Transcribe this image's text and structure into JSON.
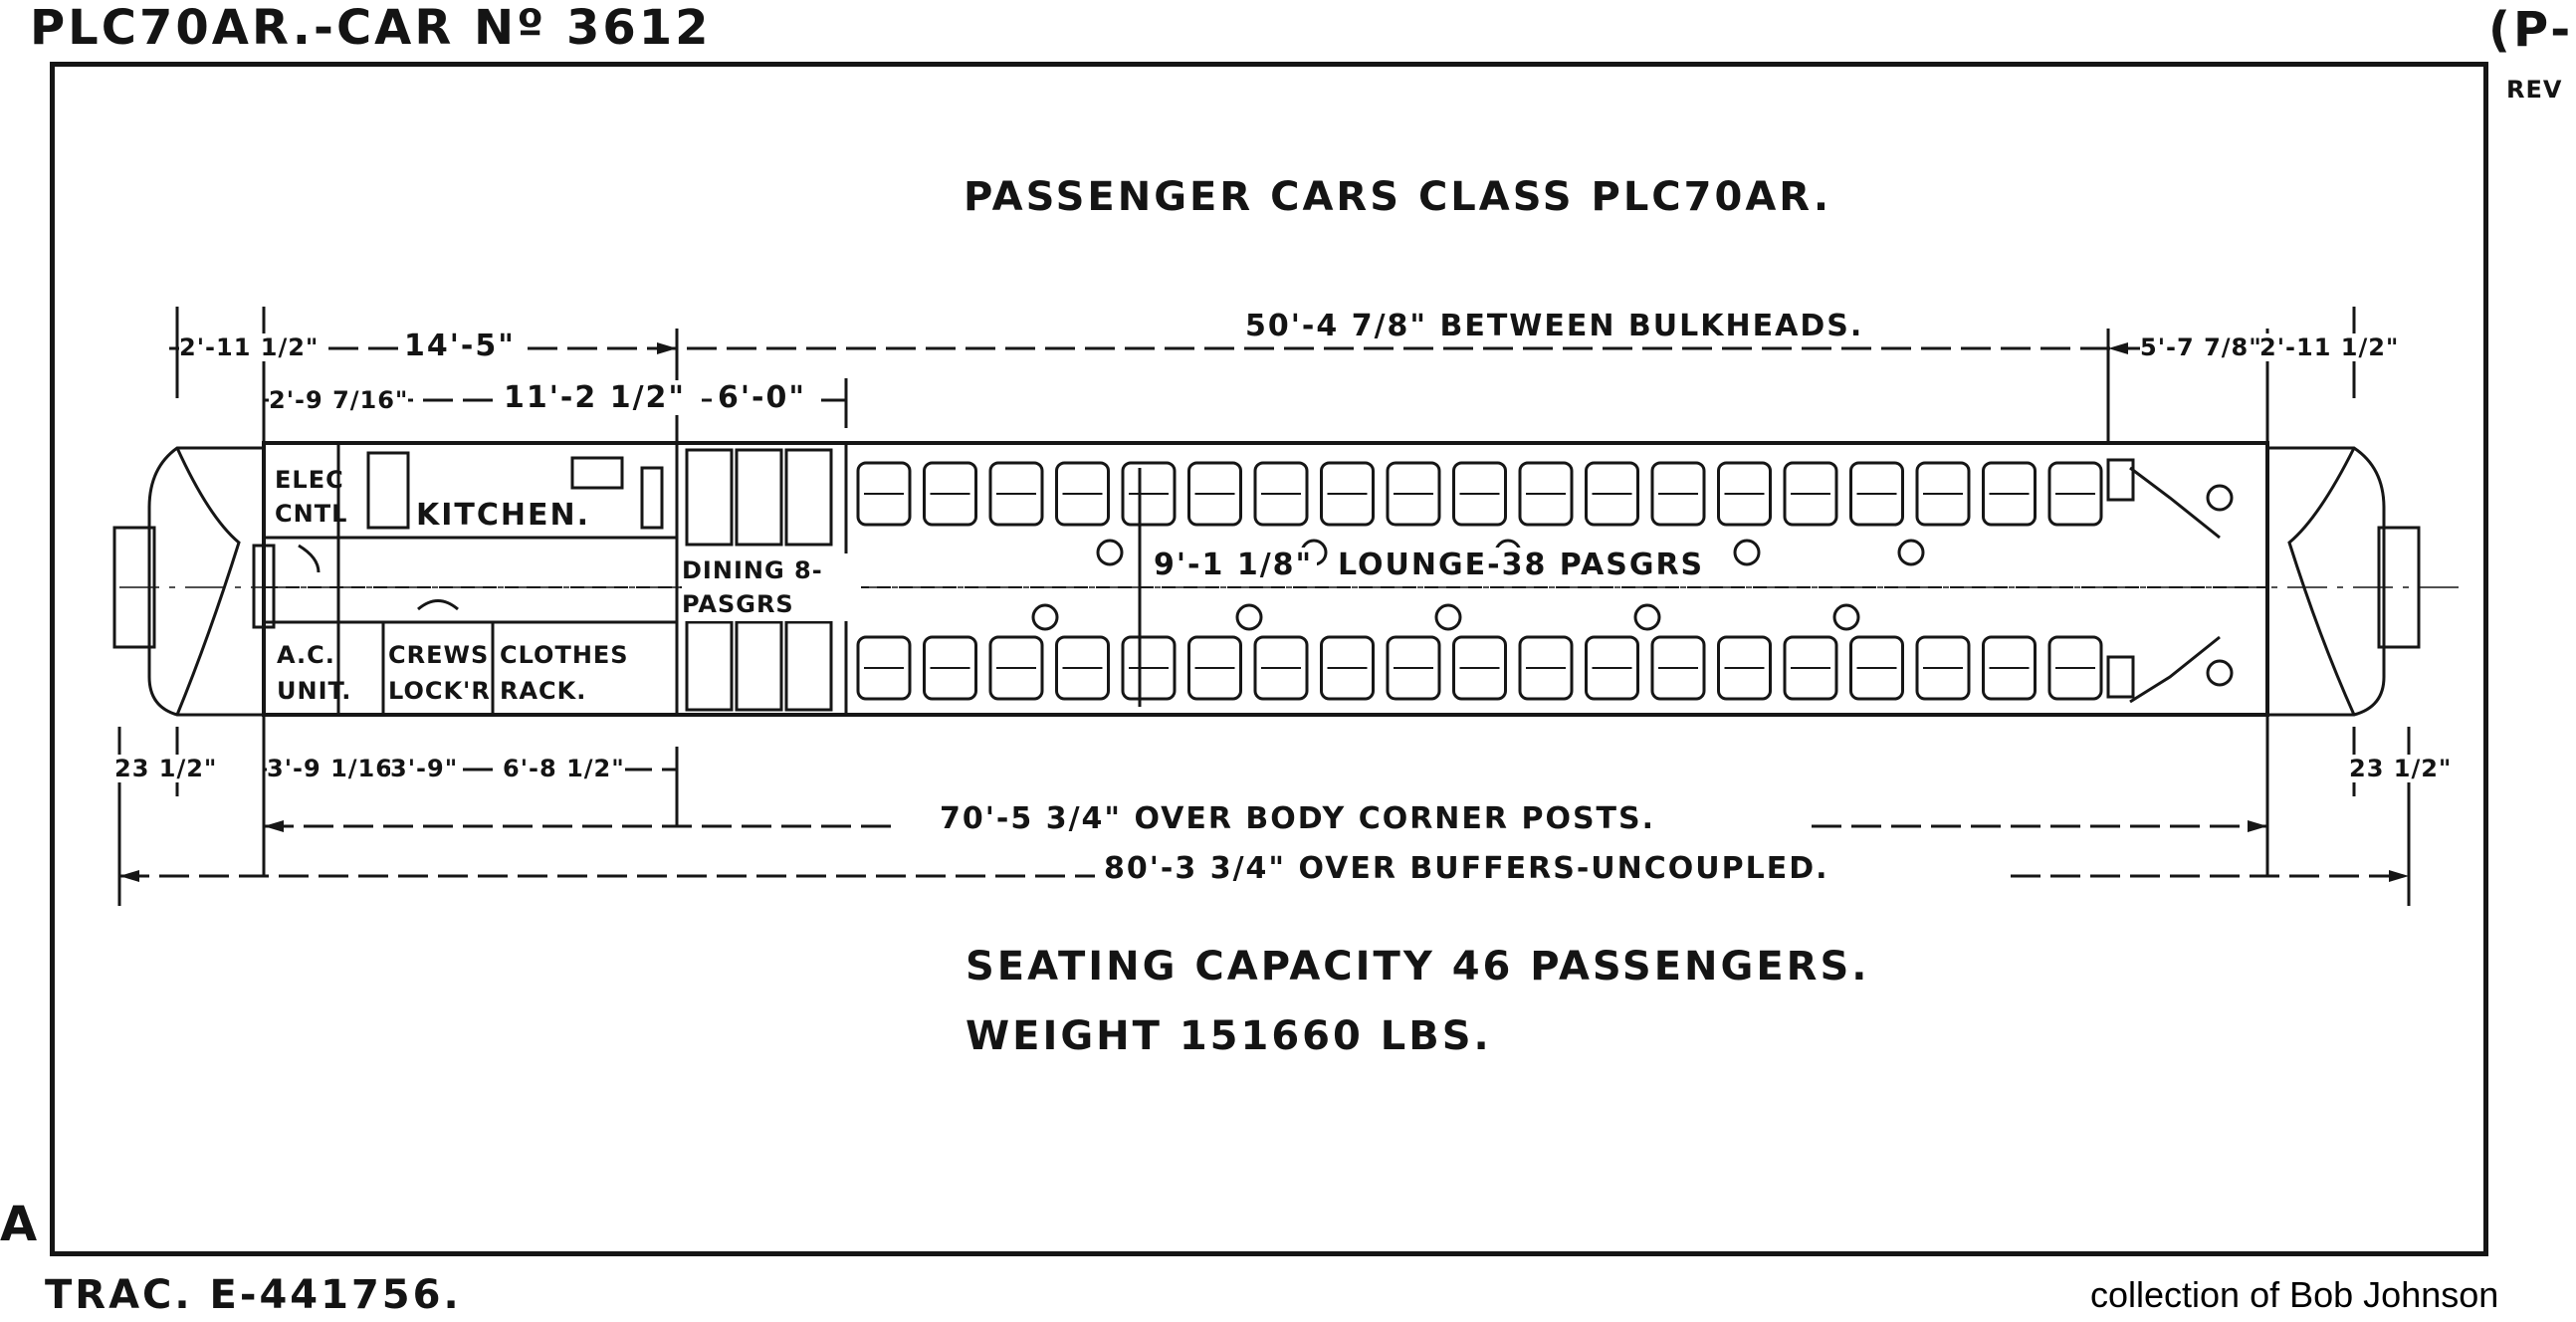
{
  "header": {
    "car_title": "PLC70AR.-CAR Nº 3612",
    "corner_mark": "(P-",
    "rev_mark": "REV"
  },
  "diagram": {
    "title": "PASSENGER CARS CLASS PLC70AR.",
    "dim_between_bulkheads": "50'-4 7/8\" BETWEEN BULKHEADS.",
    "dim_left_end": "2'-11 1/2\"",
    "dim_kitchen_section": "14'-5\"",
    "dim_right_a": "5'-7 7/8\"",
    "dim_right_end": "2'-11 1/2\"",
    "dim_elec_width": "2'-9 7/16\"",
    "dim_kitchen": "11'-2 1/2\"",
    "dim_dining": "6'-0\"",
    "dim_lounge_offset": "9'-1 1/8\"",
    "rooms": {
      "elec": "ELEC CNTL",
      "kitchen": "KITCHEN.",
      "ac_unit": "A.C. UNIT.",
      "crews_locker": "CREWS LOCK'R",
      "clothes_rack": "CLOTHES RACK.",
      "dining": "DINING 8-PASGRS",
      "lounge": "LOUNGE-38 PASGRS"
    },
    "dim_left_buffer": "23 1/2\"",
    "dim_ac": "3'-9 1/16\"",
    "dim_crews": "3'-9\"",
    "dim_clothes": "6'-8 1/2\"",
    "dim_right_buffer": "23 1/2\"",
    "dim_corner_posts": "70'-5 3/4\" OVER BODY CORNER POSTS.",
    "dim_over_buffers": "80'-3 3/4\" OVER BUFFERS-UNCOUPLED.",
    "seating_capacity": "SEATING CAPACITY 46 PASSENGERS.",
    "weight": "WEIGHT 151660 LBS."
  },
  "footer": {
    "side_mark": "A",
    "tracing_number": "TRAC. E-441756.",
    "credit": "collection of Bob Johnson"
  }
}
